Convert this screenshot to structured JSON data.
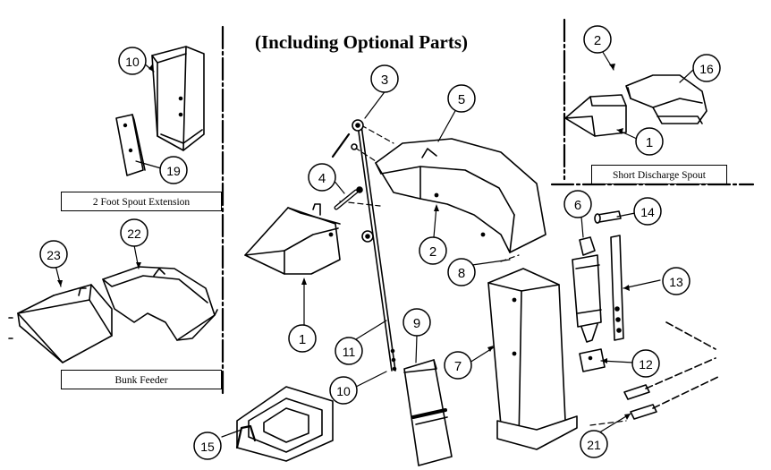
{
  "title": "(Including Optional Parts)",
  "box_labels": {
    "spout_extension": "2 Foot Spout Extension",
    "bunk_feeder": "Bunk Feeder",
    "short_discharge": "Short Discharge Spout"
  },
  "callouts": [
    {
      "id": "c1a",
      "num": "1"
    },
    {
      "id": "c1b",
      "num": "1"
    },
    {
      "id": "c2a",
      "num": "2"
    },
    {
      "id": "c2b",
      "num": "2"
    },
    {
      "id": "c3",
      "num": "3"
    },
    {
      "id": "c4",
      "num": "4"
    },
    {
      "id": "c5",
      "num": "5"
    },
    {
      "id": "c6",
      "num": "6"
    },
    {
      "id": "c7",
      "num": "7"
    },
    {
      "id": "c8",
      "num": "8"
    },
    {
      "id": "c9",
      "num": "9"
    },
    {
      "id": "c10a",
      "num": "10"
    },
    {
      "id": "c10b",
      "num": "10"
    },
    {
      "id": "c11",
      "num": "11"
    },
    {
      "id": "c12",
      "num": "12"
    },
    {
      "id": "c13",
      "num": "13"
    },
    {
      "id": "c14",
      "num": "14"
    },
    {
      "id": "c15",
      "num": "15"
    },
    {
      "id": "c16",
      "num": "16"
    },
    {
      "id": "c19",
      "num": "19"
    },
    {
      "id": "c21",
      "num": "21"
    },
    {
      "id": "c22",
      "num": "22"
    },
    {
      "id": "c23",
      "num": "23"
    }
  ]
}
